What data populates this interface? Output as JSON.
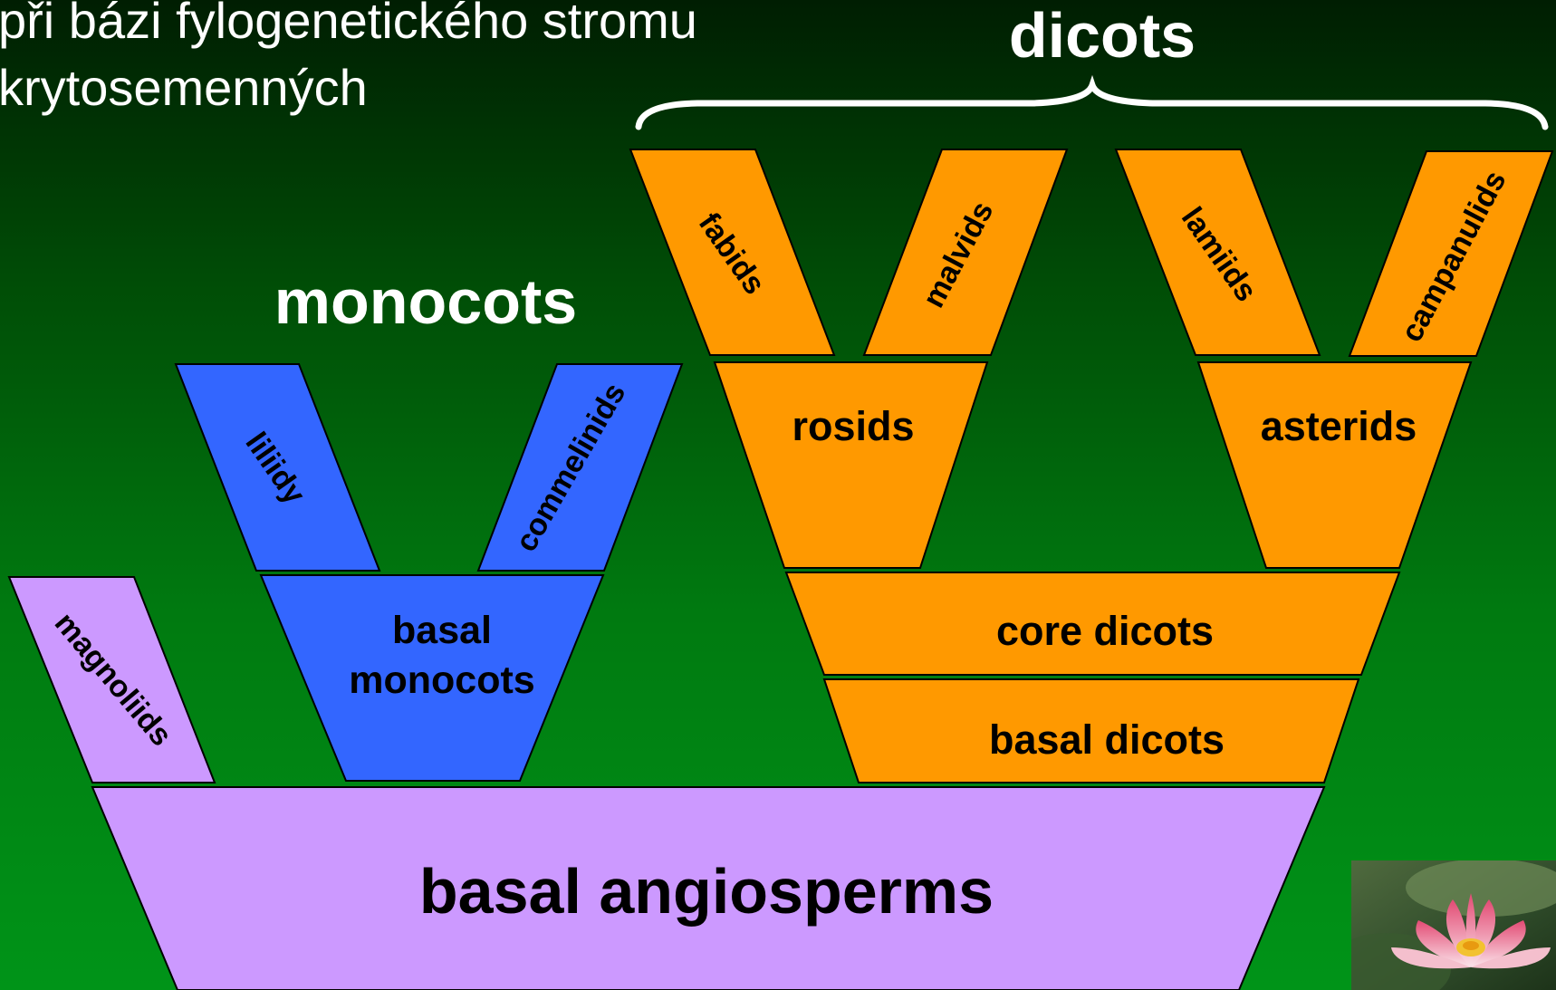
{
  "heading": {
    "line1": "při bázi fylogenetického stromu",
    "line2": "krytosemenných"
  },
  "group_labels": {
    "dicots": "dicots",
    "monocots": "monocots"
  },
  "clades": {
    "magnoliids": "magnoliids",
    "liliidy": "liliidy",
    "commelinids": "commelinids",
    "basal_monocots_line1": "basal",
    "basal_monocots_line2": "monocots",
    "fabids": "fabids",
    "malvids": "malvids",
    "lamiids": "lamiids",
    "campanulids": "campanulids",
    "rosids": "rosids",
    "asterids": "asterids",
    "core_dicots": "core dicots",
    "basal_dicots": "basal dicots",
    "basal_angiosperms": "basal angiosperms"
  },
  "colors": {
    "monocot_blue": "#3366ff",
    "dicot_orange": "#ff9900",
    "basal_lilac": "#cc99ff",
    "text_white": "#ffffff",
    "text_black": "#000000"
  },
  "photo": {
    "icon": "water-lily-photo"
  }
}
